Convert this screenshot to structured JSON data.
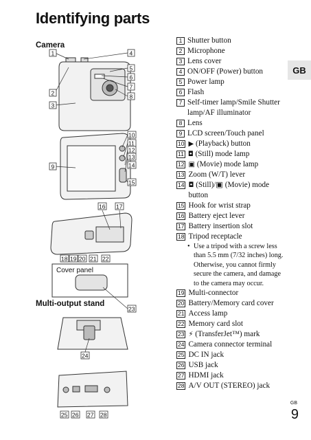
{
  "page": {
    "title": "Identifying parts",
    "gb_tab": "GB",
    "page_gb": "GB",
    "page_number": "9"
  },
  "figure": {
    "camera_label": "Camera",
    "stand_label": "Multi-output stand",
    "cover_panel_label": "Cover panel",
    "callouts": [
      "1",
      "2",
      "3",
      "4",
      "5",
      "6",
      "7",
      "8",
      "10",
      "11",
      "12",
      "13",
      "14",
      "9",
      "15",
      "16",
      "17",
      "18",
      "19",
      "20",
      "21",
      "22",
      "23",
      "24",
      "25",
      "26",
      "27",
      "28"
    ]
  },
  "parts": [
    {
      "num": "1",
      "text": "Shutter button"
    },
    {
      "num": "2",
      "text": "Microphone"
    },
    {
      "num": "3",
      "text": "Lens cover"
    },
    {
      "num": "4",
      "text": "ON/OFF (Power) button"
    },
    {
      "num": "5",
      "text": "Power lamp"
    },
    {
      "num": "6",
      "text": "Flash"
    },
    {
      "num": "7",
      "text": "Self-timer lamp/Smile Shutter lamp/AF illuminator"
    },
    {
      "num": "8",
      "text": "Lens"
    },
    {
      "num": "9",
      "text": "LCD screen/Touch panel"
    },
    {
      "num": "10",
      "icon": "▶",
      "text": "(Playback) button"
    },
    {
      "num": "11",
      "icon": "◘",
      "text": "(Still) mode lamp"
    },
    {
      "num": "12",
      "icon": "▣",
      "text": "(Movie) mode lamp"
    },
    {
      "num": "13",
      "text": "Zoom (W/T) lever"
    },
    {
      "num": "14",
      "icon": "◘",
      "text": "(Still)/▣ (Movie) mode button"
    },
    {
      "num": "15",
      "text": "Hook for wrist strap"
    },
    {
      "num": "16",
      "text": "Battery eject lever"
    },
    {
      "num": "17",
      "text": "Battery insertion slot"
    },
    {
      "num": "18",
      "text": "Tripod receptacle"
    },
    {
      "sub": true,
      "text": "Use a tripod with a screw less than 5.5 mm (7/32 inches) long. Otherwise, you cannot firmly secure the camera, and damage to the camera may occur."
    },
    {
      "num": "19",
      "text": "Multi-connector"
    },
    {
      "num": "20",
      "text": "Battery/Memory card cover"
    },
    {
      "num": "21",
      "text": "Access lamp"
    },
    {
      "num": "22",
      "text": "Memory card slot"
    },
    {
      "num": "23",
      "icon": "⚡",
      "text": "(TransferJet™) mark"
    },
    {
      "num": "24",
      "text": "Camera connector terminal"
    },
    {
      "num": "25",
      "text": "DC IN jack"
    },
    {
      "num": "26",
      "text": "USB jack"
    },
    {
      "num": "27",
      "text": "HDMI jack"
    },
    {
      "num": "28",
      "text": "A/V OUT (STEREO) jack"
    }
  ]
}
